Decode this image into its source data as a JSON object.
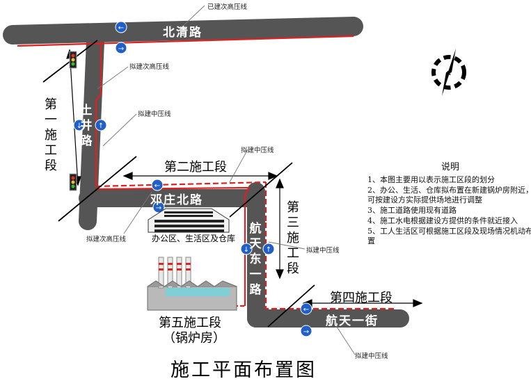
{
  "title": "施工平面布置图",
  "roads": {
    "beiqing": "北清路",
    "tujing": "土井路",
    "dengzhuang": "邓庄北路",
    "hangtiandongyi": "航天东一路",
    "hangtianyi": "航天一街"
  },
  "sections": {
    "s1": "第一施工段",
    "s2": "第二施工段",
    "s3": "第三施工段",
    "s4": "第四施工段",
    "s5": "第五施工段",
    "s5_sub": "（锅炉房）"
  },
  "labels": {
    "existing_sub_high": "已建次高压线",
    "planned_sub_high_1": "拟建次高压线",
    "planned_mid_1": "拟建中压线",
    "planned_mid_2": "拟建中压线",
    "planned_sub_high_2": "拟建次高压线",
    "planned_mid_3": "拟建中压线",
    "planned_mid_4": "拟建中压线",
    "office_area": "办公区、生活区及仓库"
  },
  "notes": {
    "title": "说明",
    "items": [
      "1、本图主要用以表示施工区段的划分",
      "2、办公、生活、仓库拟布置在新建锅炉房附近，可按建设方实际提供场地进行调整",
      "3、施工道路使用现有道路",
      "4、施工水电根据建设方提供的条件就近接入",
      "5、工人生活区可根据施工区段及现场情况机动布置"
    ]
  },
  "compass": {
    "label": "N"
  },
  "colors": {
    "road": "#555555",
    "pipe_existing": "#e02020",
    "pipe_planned": "#e02020",
    "sign_blue": "#1f5fc7"
  }
}
